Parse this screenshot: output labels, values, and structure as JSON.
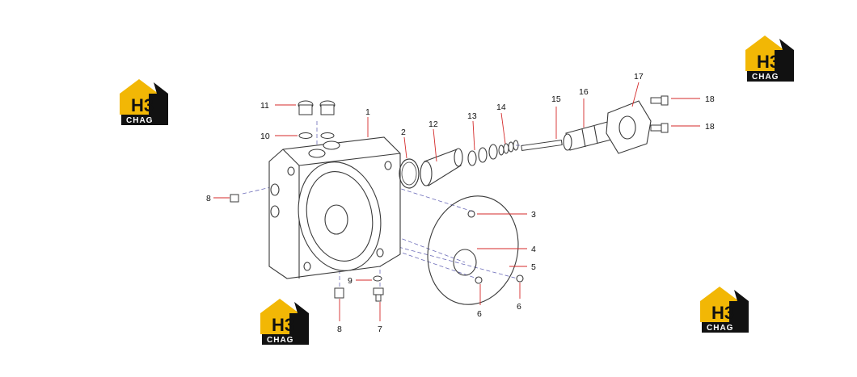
{
  "diagram": {
    "callouts": [
      {
        "id": "c1",
        "label": "1"
      },
      {
        "id": "c2",
        "label": "2"
      },
      {
        "id": "c3",
        "label": "3"
      },
      {
        "id": "c4",
        "label": "4"
      },
      {
        "id": "c5",
        "label": "5"
      },
      {
        "id": "c6a",
        "label": "6"
      },
      {
        "id": "c6b",
        "label": "6"
      },
      {
        "id": "c7",
        "label": "7"
      },
      {
        "id": "c8a",
        "label": "8"
      },
      {
        "id": "c8b",
        "label": "8"
      },
      {
        "id": "c9",
        "label": "9"
      },
      {
        "id": "c10",
        "label": "10"
      },
      {
        "id": "c11",
        "label": "11"
      },
      {
        "id": "c12",
        "label": "12"
      },
      {
        "id": "c13",
        "label": "13"
      },
      {
        "id": "c14",
        "label": "14"
      },
      {
        "id": "c15",
        "label": "15"
      },
      {
        "id": "c16",
        "label": "16"
      },
      {
        "id": "c17",
        "label": "17"
      },
      {
        "id": "c18a",
        "label": "18"
      },
      {
        "id": "c18b",
        "label": "18"
      }
    ],
    "colors": {
      "leader_red": "#d42a2a",
      "outline": "#3a3a3a",
      "hidden_line": "#6a6ab8",
      "logo_yellow": "#f2b705",
      "logo_black": "#111111"
    }
  },
  "watermark": {
    "mark": "H3",
    "caption": "CHAG"
  }
}
